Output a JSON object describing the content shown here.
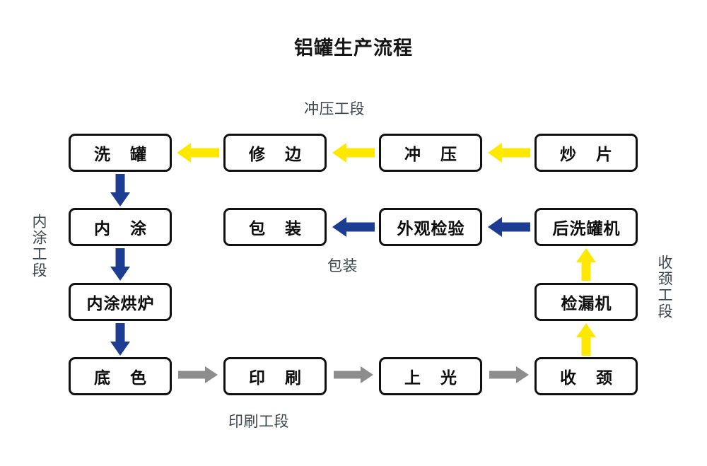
{
  "title": "铝罐生产流程",
  "colors": {
    "yellow": "#FFE800",
    "blue": "#1C3D91",
    "gray": "#8D8D8D",
    "box_border": "#111111",
    "stage_label": "#39464E",
    "background": "#FFFFFF"
  },
  "stage_labels": {
    "stamping": "冲压工段",
    "packaging": "包装",
    "inner_coating": "内涂工段",
    "necking": "收颈工段",
    "printing": "印刷工段"
  },
  "nodes": {
    "row1": [
      {
        "id": "wash-can",
        "label": "洗 罐"
      },
      {
        "id": "trim",
        "label": "修 边"
      },
      {
        "id": "stamp",
        "label": "冲 压"
      },
      {
        "id": "cup-blank",
        "label": "炒 片"
      }
    ],
    "row2": [
      {
        "id": "inner-coat",
        "label": "内 涂"
      },
      {
        "id": "packaging",
        "label": "包 装"
      },
      {
        "id": "visual-inspect",
        "label": "外观检验"
      },
      {
        "id": "post-washer",
        "label": "后洗罐机"
      }
    ],
    "row3": [
      {
        "id": "inner-coat-oven",
        "label": "内涂烘炉"
      },
      {
        "id": "leak-detector",
        "label": "检漏机"
      }
    ],
    "row4": [
      {
        "id": "base-coat",
        "label": "底 色"
      },
      {
        "id": "print",
        "label": "印 刷"
      },
      {
        "id": "varnish",
        "label": "上 光"
      },
      {
        "id": "necking",
        "label": "收 颈"
      }
    ]
  },
  "arrows": [
    {
      "id": "cup-blank-to-stamp",
      "color": "yellow",
      "direction": "left"
    },
    {
      "id": "stamp-to-trim",
      "color": "yellow",
      "direction": "left"
    },
    {
      "id": "trim-to-wash-can",
      "color": "yellow",
      "direction": "left"
    },
    {
      "id": "wash-can-to-inner-coat",
      "color": "blue",
      "direction": "down"
    },
    {
      "id": "inner-coat-to-oven",
      "color": "blue",
      "direction": "down"
    },
    {
      "id": "oven-to-base-coat",
      "color": "blue",
      "direction": "down"
    },
    {
      "id": "base-coat-to-print",
      "color": "gray",
      "direction": "right"
    },
    {
      "id": "print-to-varnish",
      "color": "gray",
      "direction": "right"
    },
    {
      "id": "varnish-to-necking",
      "color": "gray",
      "direction": "right"
    },
    {
      "id": "necking-to-leak-detector",
      "color": "yellow",
      "direction": "up"
    },
    {
      "id": "leak-detector-to-washer",
      "color": "yellow",
      "direction": "up"
    },
    {
      "id": "washer-to-visual-inspect",
      "color": "blue",
      "direction": "left"
    },
    {
      "id": "visual-inspect-to-package",
      "color": "blue",
      "direction": "left"
    }
  ],
  "chart_data": {
    "type": "flowchart",
    "title": "铝罐生产流程",
    "stages": [
      {
        "name": "冲压工段",
        "steps": [
          "炒 片",
          "冲 压",
          "修 边",
          "洗 罐"
        ]
      },
      {
        "name": "内涂工段",
        "steps": [
          "内 涂",
          "内涂烘炉"
        ]
      },
      {
        "name": "印刷工段",
        "steps": [
          "底 色",
          "印 刷",
          "上 光"
        ]
      },
      {
        "name": "收颈工段",
        "steps": [
          "收 颈",
          "检漏机",
          "后洗罐机"
        ]
      },
      {
        "name": "包装",
        "steps": [
          "外观检验",
          "包 装"
        ]
      }
    ],
    "flow_order": [
      "炒 片",
      "冲 压",
      "修 边",
      "洗 罐",
      "内 涂",
      "内涂烘炉",
      "底 色",
      "印 刷",
      "上 光",
      "收 颈",
      "检漏机",
      "后洗罐机",
      "外观检验",
      "包 装"
    ]
  }
}
